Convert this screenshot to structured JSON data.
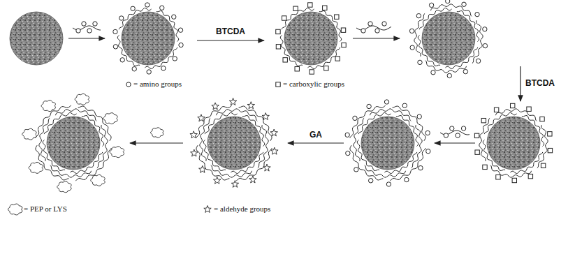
{
  "diagram": {
    "labels": [
      "BTCDA",
      "BTCDA",
      "GA"
    ],
    "legend": [
      {
        "text": "= amino groups"
      },
      {
        "text": "= carboxylic groups"
      },
      {
        "text": "= PEP or LYS"
      },
      {
        "text": "= aldehyde groups"
      }
    ]
  }
}
